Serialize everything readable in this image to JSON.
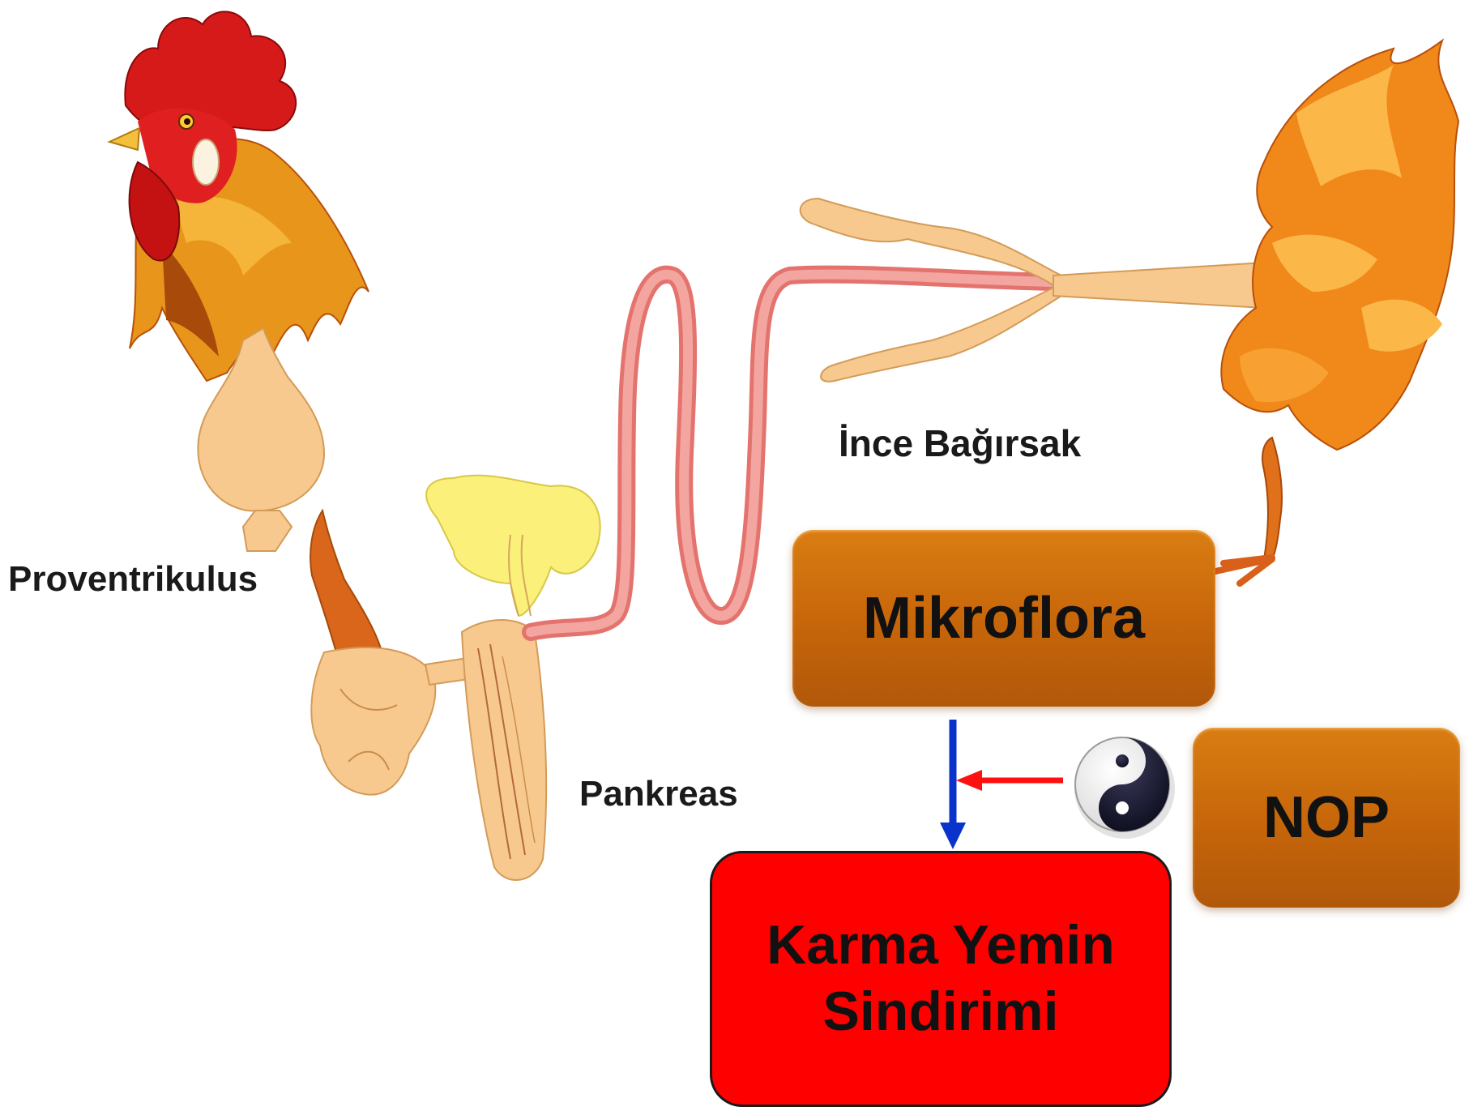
{
  "labels": {
    "proventrikulus": "Proventrikulus",
    "pankreas": "Pankreas",
    "ince_bagirsak": "İnce Bağırsak"
  },
  "boxes": {
    "mikroflora": "Mikroflora",
    "nop": "NOP",
    "karma_line1": "Karma Yemin",
    "karma_line2": "Sindirimi"
  },
  "colors": {
    "orange_box": "#c6650a",
    "red_box": "#ff0000",
    "blue_arrow": "#0a33cc",
    "red_arrow": "#ff1010",
    "intestine": "#f08a86",
    "organ": "#f7c98e"
  },
  "icons": {
    "balance": "yin-yang-icon",
    "head": "rooster-head-icon",
    "tail": "rooster-tail-icon"
  }
}
